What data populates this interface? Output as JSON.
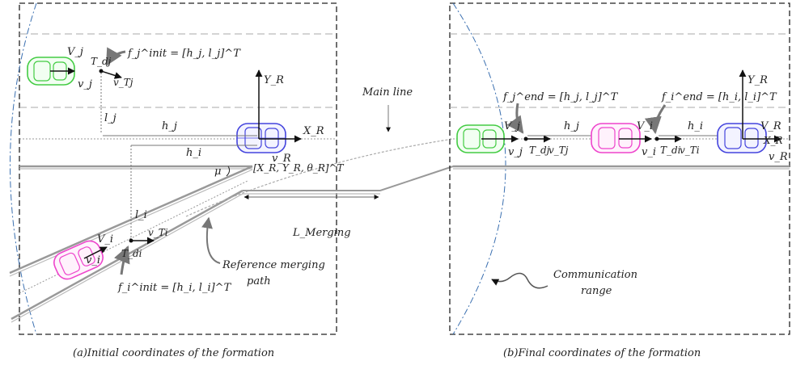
{
  "captions": {
    "a": "(a)Initial coordinates of the formation",
    "b": "(b)Final coordinates of the formation"
  },
  "labels": {
    "main_line": "Main line",
    "l_merging": "L_Merging",
    "ref_path_1": "Reference merging",
    "ref_path_2": "path",
    "comm_1": "Communication",
    "comm_2": "range",
    "mu": "μ",
    "pose": "[X_R, Y_R, θ_R]^T",
    "fj_init": "f_j^init = [h_j, l_j]^T",
    "fi_init": "f_i^init = [h_i, l_i]^T",
    "fj_end": "f_j^end = [h_j, l_j]^T",
    "fi_end": "f_i^end = [h_i, l_i]^T",
    "Vj": "V_j",
    "vj": "v_j",
    "Vi": "V_i",
    "vi": "v_i",
    "VR": "V_R",
    "vR": "v_R",
    "XR": "X_R",
    "YR": "Y_R",
    "Tdj": "T_dj",
    "Tdi": "T_di",
    "vTj": "v_Tj",
    "vTi": "v_Ti",
    "hj": "h_j",
    "hi": "h_i",
    "lj": "l_j",
    "li": "l_i"
  },
  "colors": {
    "leader_car": "#4444dd",
    "car_j": "#44cc44",
    "car_i": "#ee44cc",
    "comm_range": "#3a6fb0"
  }
}
